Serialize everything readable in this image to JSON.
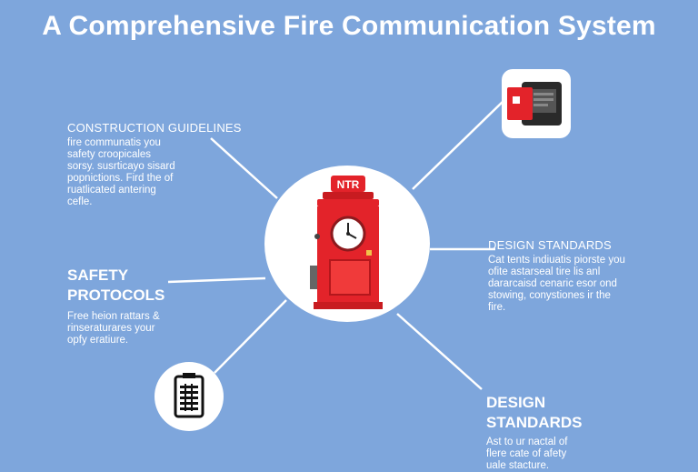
{
  "title": "A Comprehensive Fire Communication System",
  "hub": {
    "panel_label": "NTR"
  },
  "sections": {
    "construction": {
      "heading": "CONSTRUCTION GUIDELINES",
      "lines": [
        "fire communatis you",
        "safety croopicales",
        "sorsy. susrticayo sisard",
        "popnictions. Fird the of",
        "ruatlicated antering",
        "cefle."
      ]
    },
    "safety": {
      "heading_line1": "SAFETY",
      "heading_line2": "PROTOCOLS",
      "lines": [
        "Free heion rattars &",
        "rinseraturares your",
        "opfy eratiure."
      ]
    },
    "design_right": {
      "heading": "DESIGN STANDARDS",
      "lines": [
        "Cat tents indiuatis piorste you",
        "ofite astarseal tire lis anl",
        "dararcaisd cenaric esor ond",
        "stowing, conystiones ir the",
        "fire."
      ]
    },
    "design_bottom": {
      "heading_line1": "DESIGN",
      "heading_line2": "STANDARDS",
      "lines": [
        "Ast to ur nactal of",
        "flere cate of afety",
        "uale stacture."
      ]
    }
  },
  "colors": {
    "background": "#7ea6dc",
    "alarm_red": "#e3232a",
    "white": "#ffffff",
    "dark": "#222222"
  },
  "icons": [
    "fire-alarm-pillar-icon",
    "fire-panel-device-icon",
    "building-floorplan-icon"
  ]
}
